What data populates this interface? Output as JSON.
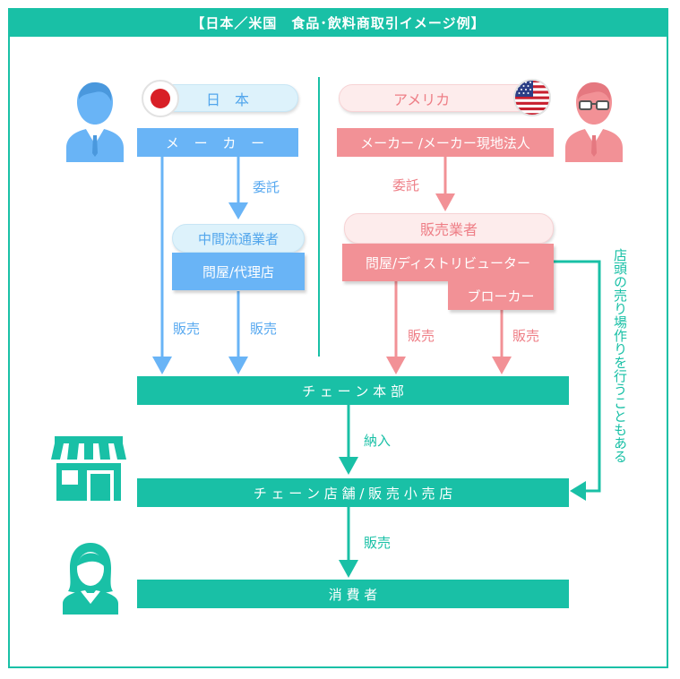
{
  "title": "【日本／米国　食品･飲料商取引イメージ例】",
  "japan": {
    "country_label": "日　本",
    "maker": "メ ー カ ー",
    "consign": "委託",
    "intermediary": "中間流通業者",
    "wholesaler": "問屋/代理店",
    "sales_left": "販売",
    "sales_right": "販売"
  },
  "usa": {
    "country_label": "アメリカ",
    "maker": "メーカー /メーカー現地法人",
    "consign": "委託",
    "sales_company": "販売業者",
    "distributor": "問屋/ディストリビューター",
    "broker": "ブローカー",
    "sales_left": "販売",
    "sales_right": "販売"
  },
  "side_note": "店頭の売り場作りを行うこともある",
  "chain_hq": "チ ェ ー ン 本 部",
  "delivery": "納入",
  "chain_store": "チ ェ ー ン 店 舗 / 販 売 小 売 店",
  "sales_bottom": "販売",
  "consumer": "消 費 者",
  "colors": {
    "teal": "#19c0a6",
    "blue": "#69b4f6",
    "pink": "#f29196"
  },
  "icons": [
    "businessman-icon",
    "japan-flag-icon",
    "usa-flag-icon",
    "businessman-glasses-icon",
    "store-icon",
    "woman-icon"
  ]
}
